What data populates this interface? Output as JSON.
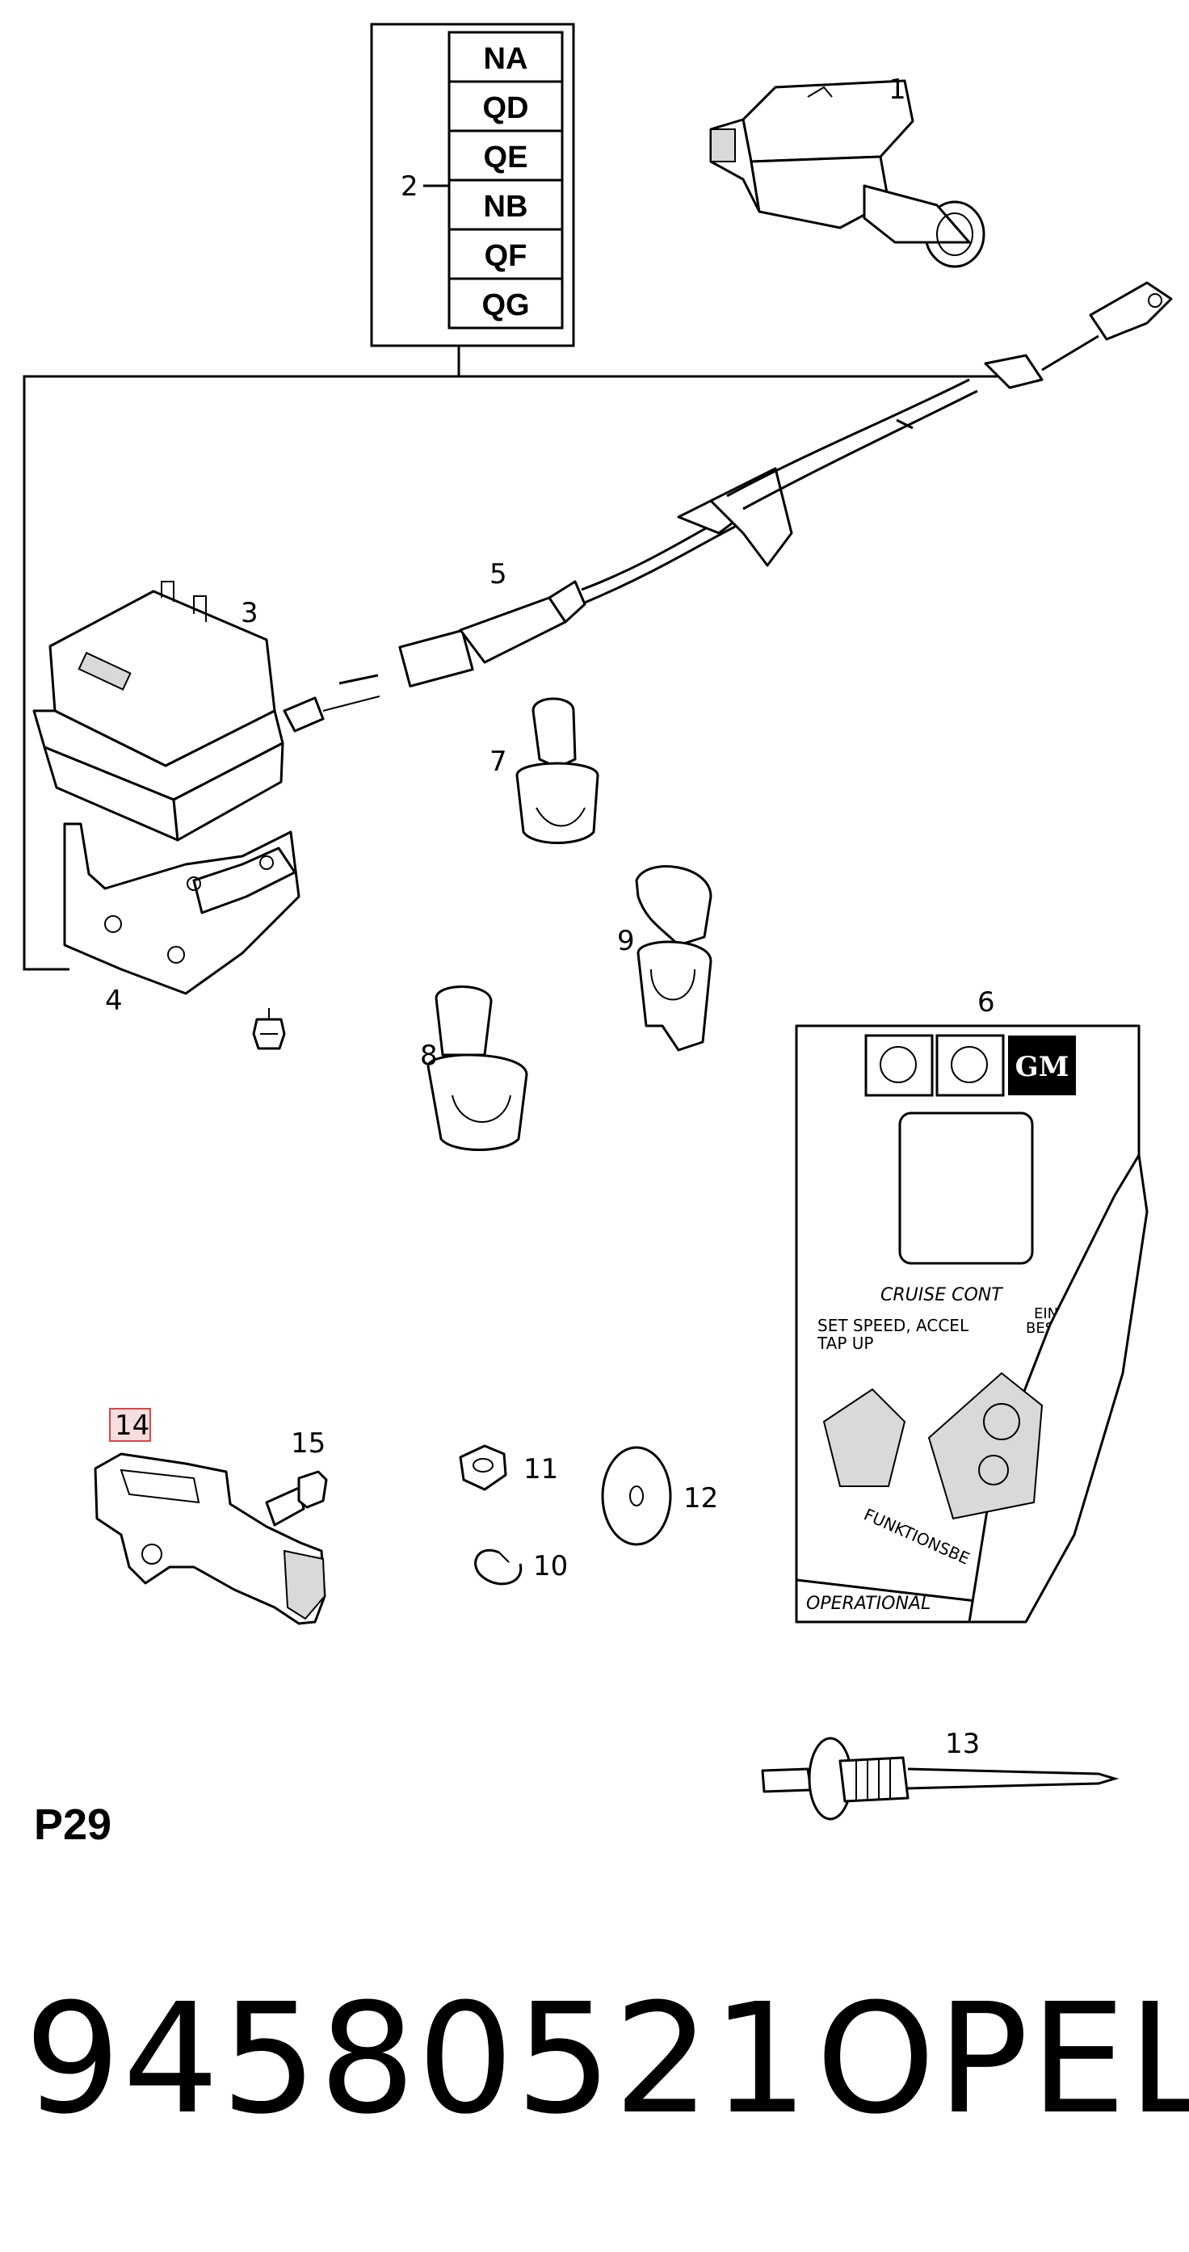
{
  "diagram": {
    "variant_codes": [
      "NA",
      "QD",
      "QE",
      "NB",
      "QF",
      "QG"
    ],
    "callouts": {
      "p1": "1",
      "p2": "2",
      "p3": "3",
      "p4": "4",
      "p5": "5",
      "p6": "6",
      "p7": "7",
      "p8": "8",
      "p9": "9",
      "p10": "10",
      "p11": "11",
      "p12": "12",
      "p13": "13",
      "p14": "14",
      "p15": "15"
    },
    "highlighted_callout": "14",
    "label_text": {
      "cruise": "CRUISE CONT",
      "set_speed": "SET SPEED, ACCEL",
      "tap_up": "TAP UP",
      "ein": "EIN",
      "besch": "BESC",
      "funktions": "FUNKTIONSBE",
      "operational": "OPERATIONAL",
      "gm_logo": "GM"
    },
    "page_label": "P29"
  },
  "footer": {
    "part_number": "94580521",
    "brand": "OPEL"
  },
  "colors": {
    "highlight": "#d44444",
    "ink": "#000000"
  }
}
